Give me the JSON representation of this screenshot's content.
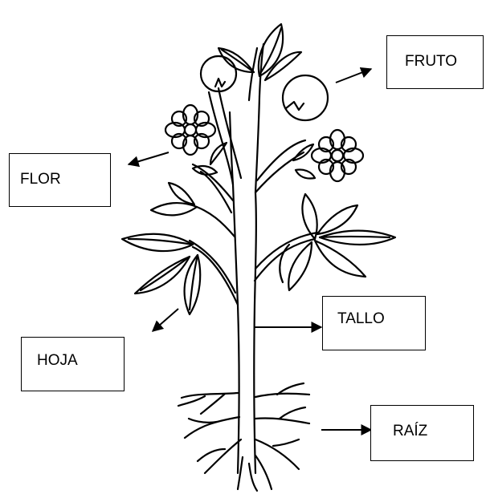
{
  "labels": {
    "fruto": "FRUTO",
    "flor": "FLOR",
    "tallo": "TALLO",
    "hoja": "HOJA",
    "raiz": "RAÍZ"
  },
  "colors": {
    "ink": "#000000",
    "paper": "#ffffff"
  }
}
